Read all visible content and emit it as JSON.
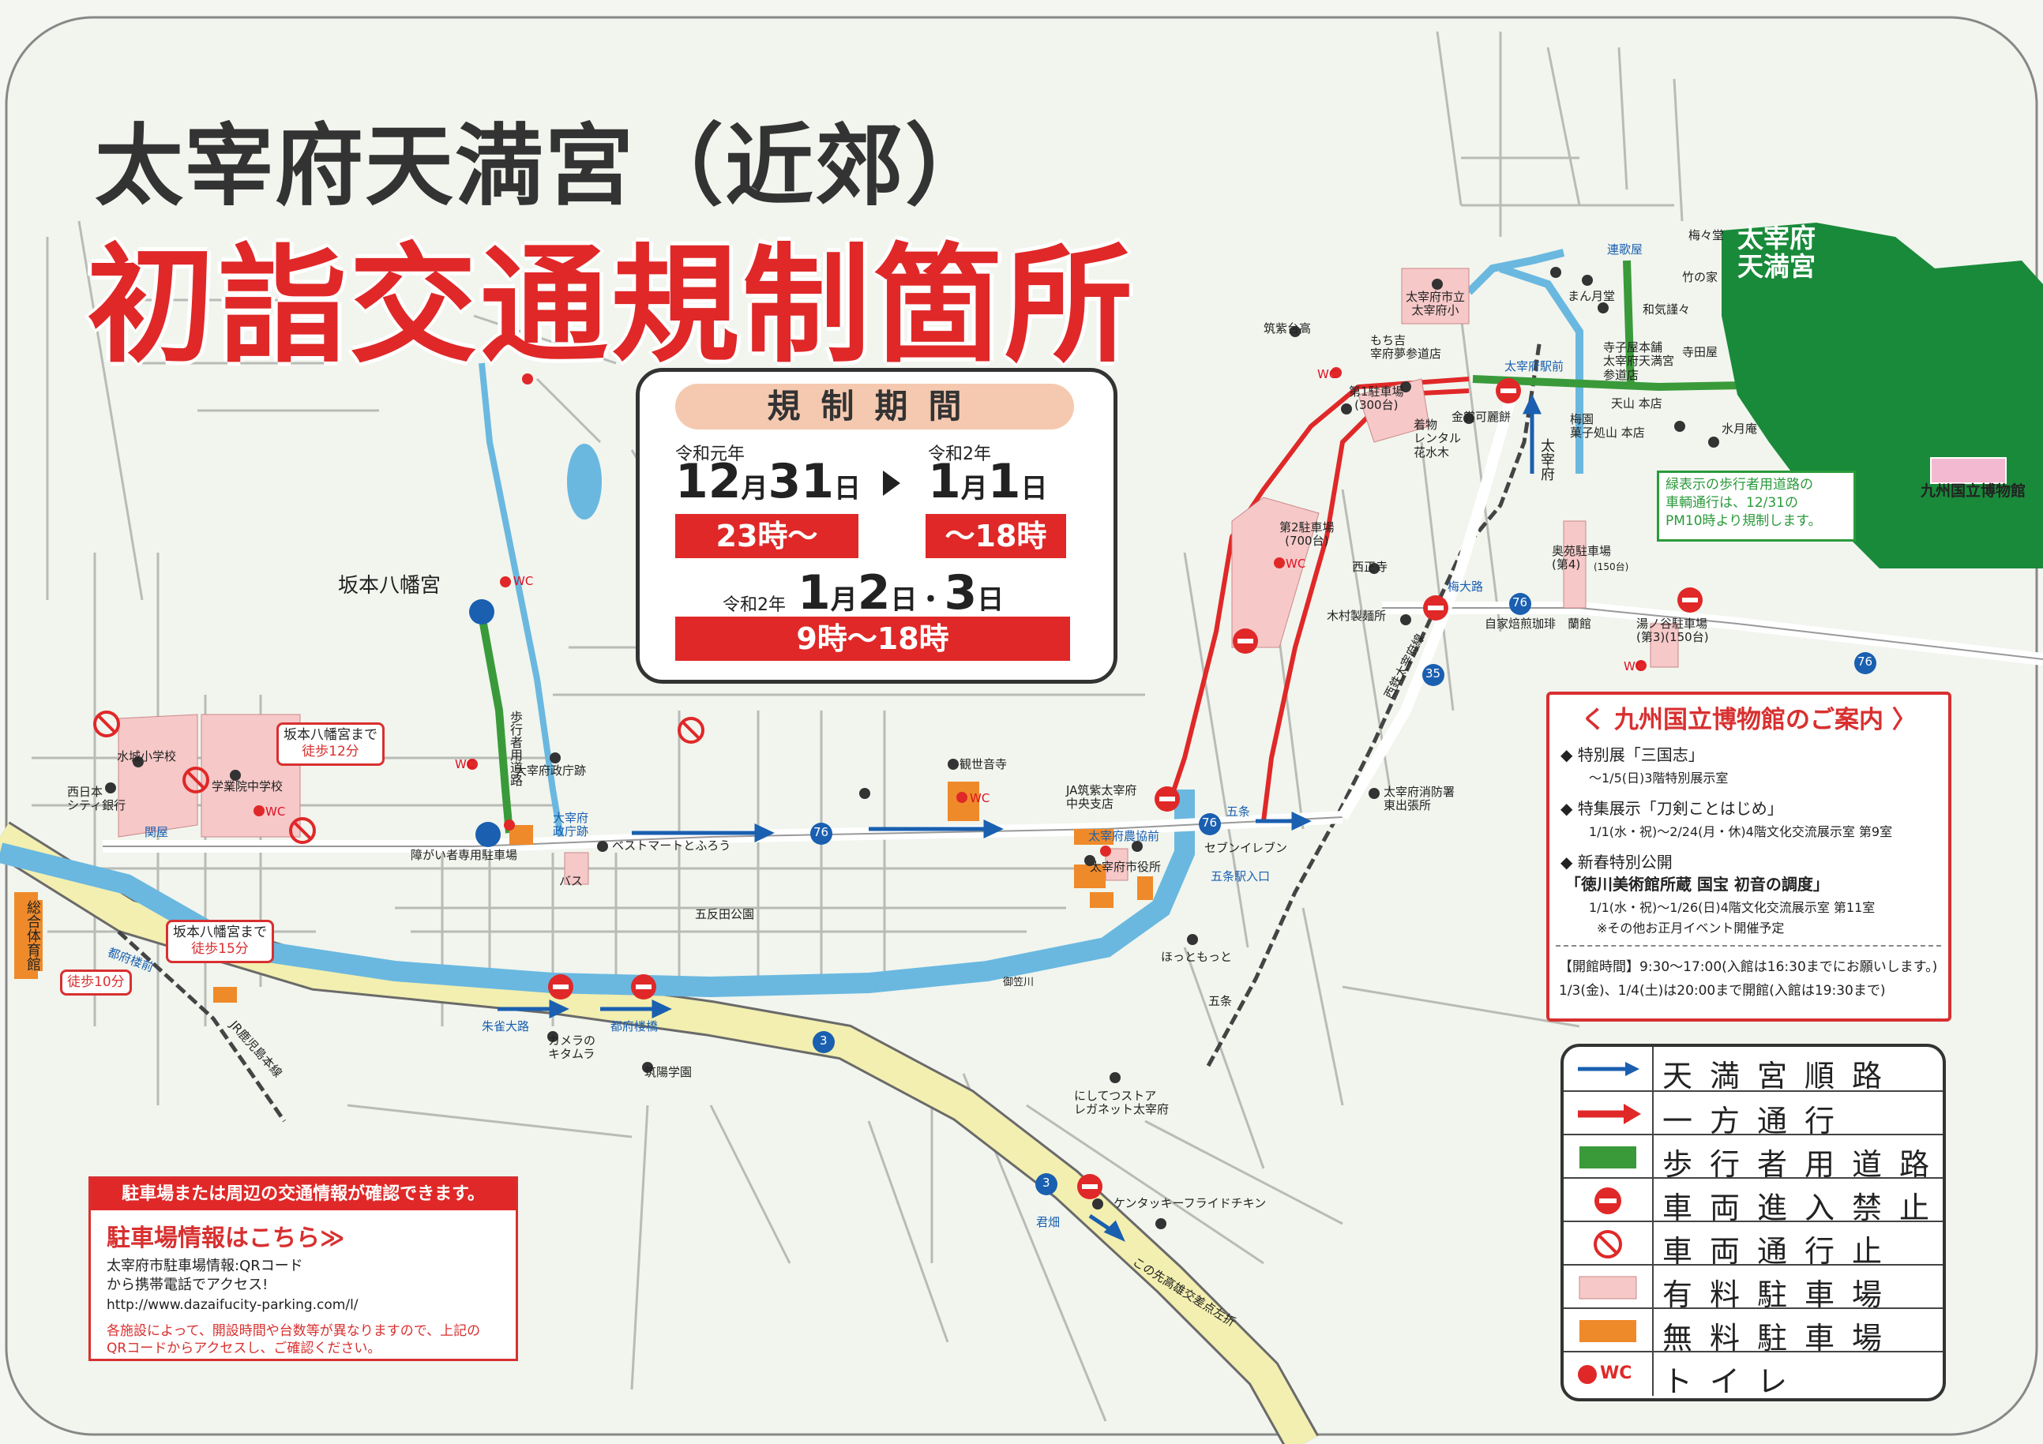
{
  "title": {
    "main": "太宰府天満宮（近郊）",
    "sub": "初詣交通規制箇所"
  },
  "period": {
    "title": "規制期間",
    "era1": "令和元年",
    "date1": "12",
    "date1_m": "月",
    "date1_d": "31",
    "date1_e": "日",
    "era2": "令和2年",
    "date2": "1",
    "date2_m": "月",
    "date2_d": "1",
    "date2_e": "日",
    "time1": "23時～",
    "time2": "～18時",
    "era3": "令和2年",
    "date3": "1",
    "date3_m": "月",
    "date3_d": "2",
    "date3_e": "日",
    "date3_sep": "・",
    "date3_d2": "3",
    "date3_e2": "日",
    "time3": "9時～18時"
  },
  "museum": {
    "title": "く 九州国立博物館のご案内 〉",
    "i1": "◆ 特別展「三国志」",
    "i1s": "～1/5(日)3階特別展示室",
    "i2": "◆ 特集展示「刀剣ことはじめ」",
    "i2s": "1/1(水・祝)～2/24(月・休)4階文化交流展示室 第9室",
    "i3": "◆ 新春特別公開",
    "i3b": "「徳川美術館所蔵 国宝 初音の調度」",
    "i3s": "1/1(水・祝)～1/26(日)4階文化交流展示室 第11室",
    "i3n": "※その他お正月イベント開催予定",
    "hours": "【開館時間】9:30～17:00(入館は16:30までにお願いします。)",
    "hours2": "1/3(金)、1/4(土)は20:00まで開館(入館は19:30まで)"
  },
  "legend": {
    "items": [
      {
        "label": "天満宮順路"
      },
      {
        "label": "一方通行"
      },
      {
        "label": "歩行者用道路"
      },
      {
        "label": "車両進入禁止"
      },
      {
        "label": "車両通行止"
      },
      {
        "label": "有料駐車場"
      },
      {
        "label": "無料駐車場"
      },
      {
        "label": "トイレ"
      }
    ],
    "wc": "WC"
  },
  "parking": {
    "head": "駐車場または周辺の交通情報が確認できます。",
    "big": "駐車場情報はこちら≫",
    "l1": "太宰府市駐車場情報:QRコード",
    "l2": "から携帯電話でアクセス!",
    "url": "http://www.dazaifucity-parking.com/l/",
    "n1": "各施設によって、開設時間や台数等が異なりますので、上記の",
    "n2": "QRコードからアクセスし、ご確認ください。"
  },
  "shrine": {
    "l1": "太宰府",
    "l2": "天満宮"
  },
  "green_note": {
    "l1": "緑表示の歩行者用道路の",
    "l2": "車輌通行は、12/31の",
    "l3": "PM10時より規制します。"
  },
  "callouts": {
    "c1a": "坂本八幡宮まで",
    "c1b": "徒歩12分",
    "c2a": "坂本八幡宮まで",
    "c2b": "徒歩15分",
    "c3": "徒歩10分"
  },
  "places": {
    "sakamoto": "坂本八幡宮",
    "mizuki": "水城小学校",
    "gakuin": "学業院中学校",
    "nishinihon": "西日本\nシティ銀行",
    "sekiya": "関屋",
    "seicho": "大宰府政庁跡",
    "seicho_bus": "大宰府\n政庁跡",
    "shogai": "障がい者専用駐車場",
    "bus": "バス",
    "bestmart": "ベストマートとふろう",
    "gotanda": "五反田公園",
    "kanzeon": "観世音寺",
    "ja": "JA筑紫太宰府\n中央支店",
    "nokyo": "太宰府農協前",
    "shiyakusho": "太宰府市役所",
    "seven": "セブンイレブン",
    "gojo": "五条",
    "gojo_eki": "五条駅入口",
    "hotto": "ほっともっと",
    "gojo_sta": "五条",
    "shobo": "太宰府消防署\n東出張所",
    "kizuna": "木村製麺所",
    "saishoji": "西正寺",
    "umeojiro": "梅大路",
    "jikaya": "自家焙煎珈琲　蘭館",
    "okuen": "奥苑駐車場\n(第4)",
    "okuen_n": "(150台)",
    "yunotani": "湯ノ谷駐車場\n(第3)(150台)",
    "no2": "第2駐車場\n(700台)",
    "no1": "第1駐車場\n(300台)",
    "mochi": "もち吉\n宰府夢参道店",
    "shiritsu": "太宰府市立\n太宰府小",
    "chikushidai": "筑紫台高",
    "eki": "太宰府駅前",
    "renkaya": "連歌屋",
    "baibaido": "梅々堂",
    "takenoya": "竹の家",
    "wakuragi": "和気謹々",
    "terada": "寺田屋",
    "manzoku": "まん月堂",
    "terako": "寺子屋本舗\n太宰府天満宮\n参道店",
    "kinzan": "金賞可麗餅",
    "kimono": "着物\nレンタル\n花水木",
    "tenzan": "天山 本店",
    "umezono": "梅園\n菓子処山 本店",
    "suigetsu": "水月庵",
    "museum_lbl": "九州国立博物館",
    "dazaifu_sta": "太宰府",
    "suzaku": "朱雀大路",
    "tofuro": "都府楼橋",
    "tofuro_mae": "都府楼前",
    "kamera": "カメラの\nキタムラ",
    "chikuyo": "筑陽学園",
    "nishitetsu": "にしてつストア\nレガネット太宰府",
    "kentucky": "ケンタッキーフライドチキン",
    "kimihata": "君畑",
    "kosaten": "この先高雄交差点左折",
    "sogo": "総合体育館",
    "hokoshadoro": "歩行者用道路",
    "mikasa": "御笠川",
    "nishitetsu_line": "西鉄太宰府線",
    "jr": "JR鹿児島本線",
    "r76": "76",
    "r35": "35",
    "r3": "3",
    "wc": "WC"
  },
  "colors": {
    "accent_red": "#e02828",
    "route_blue": "#1a5fb0",
    "pedestrian_green": "#3a9a3a",
    "paid_parking": "#f6c8c8",
    "free_parking": "#ef8a2a",
    "river": "#6ab8e0",
    "highway": "#f2efb0"
  }
}
